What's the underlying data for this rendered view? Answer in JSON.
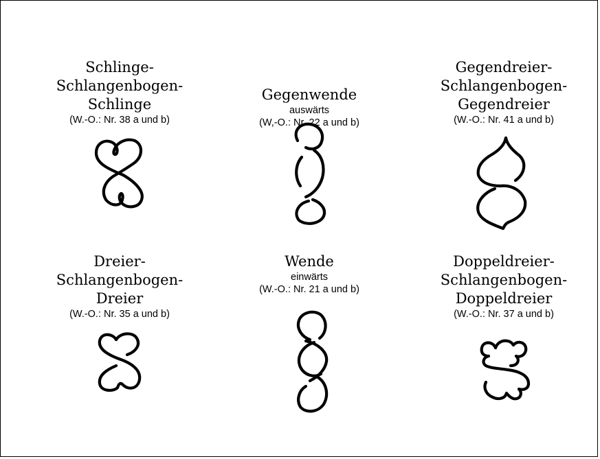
{
  "figures": [
    {
      "title_lines": [
        "Schlinge-",
        "Schlangenbogen-",
        "Schlinge"
      ],
      "reference": "(W.-O.: Nr. 38 a und b)",
      "icon": "schlinge-schlangenbogen-schlinge-figure-icon"
    },
    {
      "title_lines": [
        "Gegenwende"
      ],
      "subtitle": "auswärts",
      "reference": "(W,-O.: Nr. 22 a und b)",
      "icon": "gegenwende-auswaerts-figure-icon"
    },
    {
      "title_lines": [
        "Gegendreier-",
        "Schlangenbogen-",
        "Gegendreier"
      ],
      "reference": "(W.-O.: Nr. 41 a und b)",
      "icon": "gegendreier-schlangenbogen-gegendreier-figure-icon"
    },
    {
      "title_lines": [
        "Dreier-",
        "Schlangenbogen-",
        "Dreier"
      ],
      "reference": "(W.-O.: Nr. 35 a und b)",
      "icon": "dreier-schlangenbogen-dreier-figure-icon"
    },
    {
      "title_lines": [
        "Wende"
      ],
      "subtitle": "einwärts",
      "reference": "(W.-O.: Nr. 21 a und b)",
      "icon": "wende-einwaerts-figure-icon"
    },
    {
      "title_lines": [
        "Doppeldreier-",
        "Schlangenbogen-",
        "Doppeldreier"
      ],
      "reference": "(W.-O.: Nr. 37 a und b)",
      "icon": "doppeldreier-schlangenbogen-doppeldreier-figure-icon"
    }
  ],
  "colors": {
    "ink": "#000000",
    "background": "#ffffff"
  }
}
